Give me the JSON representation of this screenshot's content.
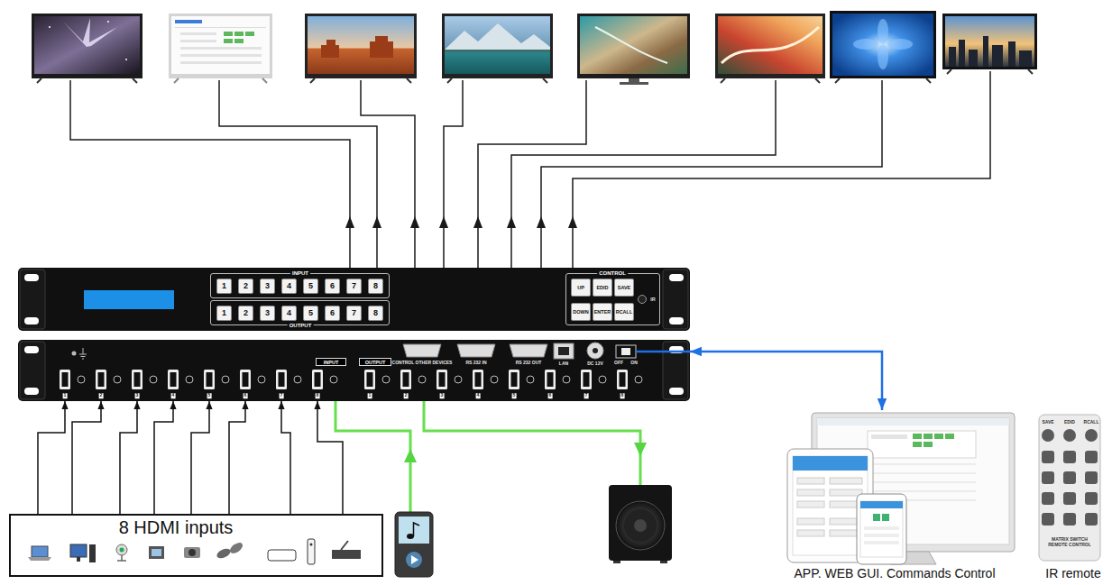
{
  "diagram": {
    "nodes": [
      {
        "text": [
          "INPUT"
        ]
      },
      {
        "text": [
          "1"
        ],
        "in": 0
      },
      {
        "text": [
          "2"
        ],
        "in": 0
      },
      {
        "text": [
          "3"
        ],
        "in": 0
      },
      {
        "text": [
          "4"
        ],
        "in": 0
      },
      {
        "text": [
          "5"
        ],
        "in": 0
      },
      {
        "text": [
          "6"
        ],
        "in": 0
      },
      {
        "text": [
          "7"
        ],
        "in": 0
      },
      {
        "text": [
          "8"
        ],
        "in": 0
      },
      {
        "text": [
          "OUTPUT"
        ]
      },
      {
        "text": [
          "1"
        ],
        "in": 9
      },
      {
        "text": [
          "2"
        ],
        "in": 9
      },
      {
        "text": [
          "3"
        ],
        "in": 9
      },
      {
        "text": [
          "4"
        ],
        "in": 9
      },
      {
        "text": [
          "5"
        ],
        "in": 9
      },
      {
        "text": [
          "6"
        ],
        "in": 9
      },
      {
        "text": [
          "7"
        ],
        "in": 9
      },
      {
        "text": [
          "8"
        ],
        "in": 9
      },
      {
        "text": [
          "CONTROL",
          "IR"
        ]
      },
      {
        "text": [
          "UP"
        ],
        "in": 18
      },
      {
        "text": [
          "EDID"
        ],
        "in": 18
      },
      {
        "text": [
          "SAVE"
        ],
        "in": 18
      },
      {
        "text": [
          "DOWN"
        ],
        "in": 18
      },
      {
        "text": [
          "ENTER"
        ],
        "in": 18
      },
      {
        "text": [
          "RCALL"
        ],
        "in": 18
      },
      {
        "text": [
          "CONTROL OTHER DEVICES",
          "RS 232 IN",
          "RS 232 OUT",
          "LAN",
          "DC 12V",
          "OFF",
          "ON"
        ]
      },
      {
        "text": [
          "INPUT"
        ],
        "in": 25
      },
      {
        "text": [
          "OUTPUT"
        ],
        "in": 25
      },
      {
        "text": [
          "8 HDMI inputs"
        ]
      },
      {
        "text": [
          "APP. WEB GUI. Commands Control"
        ]
      },
      {
        "text": [
          "SAVE",
          "EDID",
          "RCALL",
          "MATRIX SWITCH REMOTE CONTROL",
          "IR remote"
        ]
      }
    ],
    "edges": [
      {
        "from": 28,
        "to": 25,
        "arrow": "to"
      },
      {
        "from": 28,
        "to": 25,
        "arrow": "to"
      },
      {
        "from": 28,
        "to": 25,
        "arrow": "to"
      },
      {
        "from": 28,
        "to": 25,
        "arrow": "to"
      },
      {
        "from": 28,
        "to": 25,
        "arrow": "to"
      },
      {
        "from": 28,
        "to": 25,
        "arrow": "to"
      },
      {
        "from": 28,
        "to": 25,
        "arrow": "to"
      },
      {
        "from": 28,
        "to": 25,
        "arrow": "to"
      },
      {
        "from": 25,
        "to": 29,
        "arrow": "both"
      }
    ],
    "labels": [
      "1",
      "2",
      "3",
      "4",
      "5",
      "6",
      "7",
      "8",
      "1",
      "2",
      "3",
      "4",
      "5",
      "6",
      "7",
      "8"
    ]
  }
}
